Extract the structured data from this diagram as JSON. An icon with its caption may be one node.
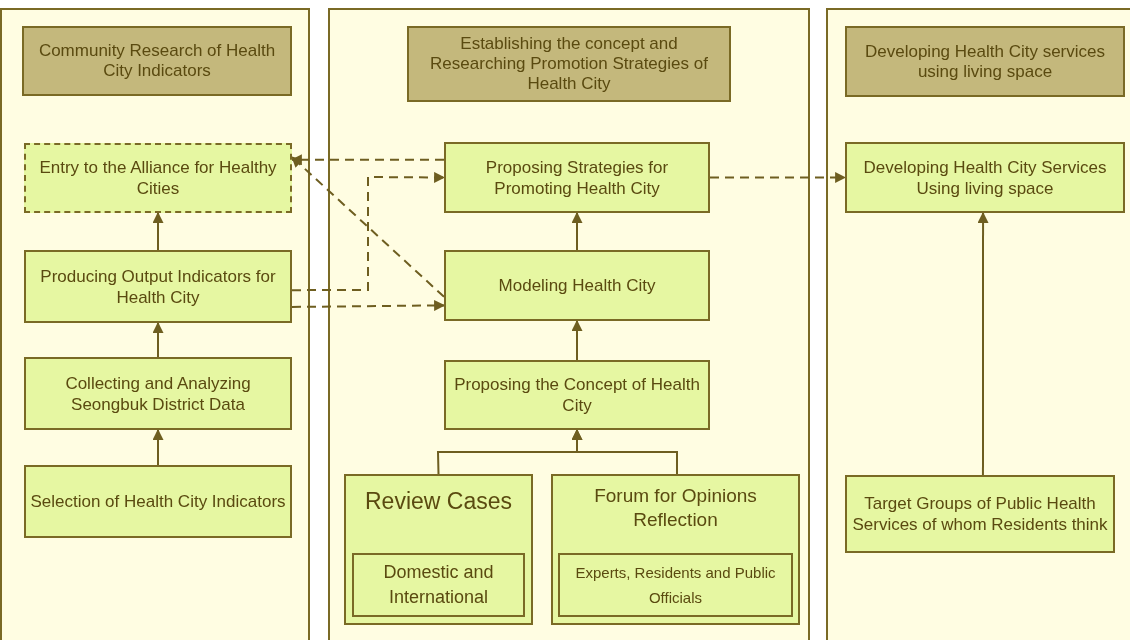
{
  "diagram": {
    "nodes": [
      {
        "text": [],
        "shape": "box"
      },
      {
        "text": [
          "Community Research of Health City Indicators"
        ],
        "in": 0
      },
      {
        "text": [
          "Entry to the Alliance for Healthy Cities"
        ],
        "in": 0
      },
      {
        "text": [
          "Producing Output Indicators for Health City"
        ],
        "in": 0
      },
      {
        "text": [
          "Collecting and Analyzing Seongbuk District Data"
        ],
        "in": 0
      },
      {
        "text": [
          "Selection of Health City Indicators"
        ],
        "in": 0
      },
      {
        "text": [],
        "shape": "box"
      },
      {
        "text": [
          "Establishing the concept and Researching Promotion Strategies of Health City"
        ],
        "in": 6
      },
      {
        "text": [
          "Proposing Strategies for Promoting Health City"
        ],
        "in": 6
      },
      {
        "text": [
          "Modeling Health City"
        ],
        "in": 6
      },
      {
        "text": [
          "Proposing the Concept of Health City"
        ],
        "in": 6
      },
      {
        "text": [
          "Review Cases"
        ],
        "in": 6
      },
      {
        "text": [
          "Domestic and International"
        ],
        "in": 11
      },
      {
        "text": [
          "Forum for Opinions Reflection"
        ],
        "in": 6
      },
      {
        "text": [
          "Experts, Residents and Public Officials"
        ],
        "in": 13
      },
      {
        "text": [],
        "shape": "box"
      },
      {
        "text": [
          "Developing Health City services using living space"
        ],
        "in": 15
      },
      {
        "text": [
          "Developing Health City Services Using living space"
        ],
        "in": 15
      },
      {
        "text": [
          "Target Groups of Public Health Services of whom Residents think"
        ],
        "in": 15
      }
    ],
    "edges": [
      {
        "from": 5,
        "to": 4,
        "arrow": "to"
      },
      {
        "from": 4,
        "to": 3,
        "arrow": "to"
      },
      {
        "from": 3,
        "to": 2,
        "arrow": "to"
      },
      {
        "from": 8,
        "to": 2,
        "arrow": "to",
        "style": "dashed"
      },
      {
        "from": 9,
        "to": 2,
        "arrow": "to",
        "style": "dashed"
      },
      {
        "from": 3,
        "to": 8,
        "arrow": "to",
        "style": "dashed"
      },
      {
        "from": 3,
        "to": 9,
        "arrow": "to",
        "style": "dashed"
      },
      {
        "from": 10,
        "to": 9,
        "arrow": "to"
      },
      {
        "from": 9,
        "to": 8,
        "arrow": "to"
      },
      {
        "from": 11,
        "to": 10,
        "arrow": "to"
      },
      {
        "from": 13,
        "to": 10,
        "arrow": "to"
      },
      {
        "from": 8,
        "to": 17,
        "arrow": "to",
        "style": "dashed"
      },
      {
        "from": 18,
        "to": 17,
        "arrow": "to"
      }
    ]
  }
}
